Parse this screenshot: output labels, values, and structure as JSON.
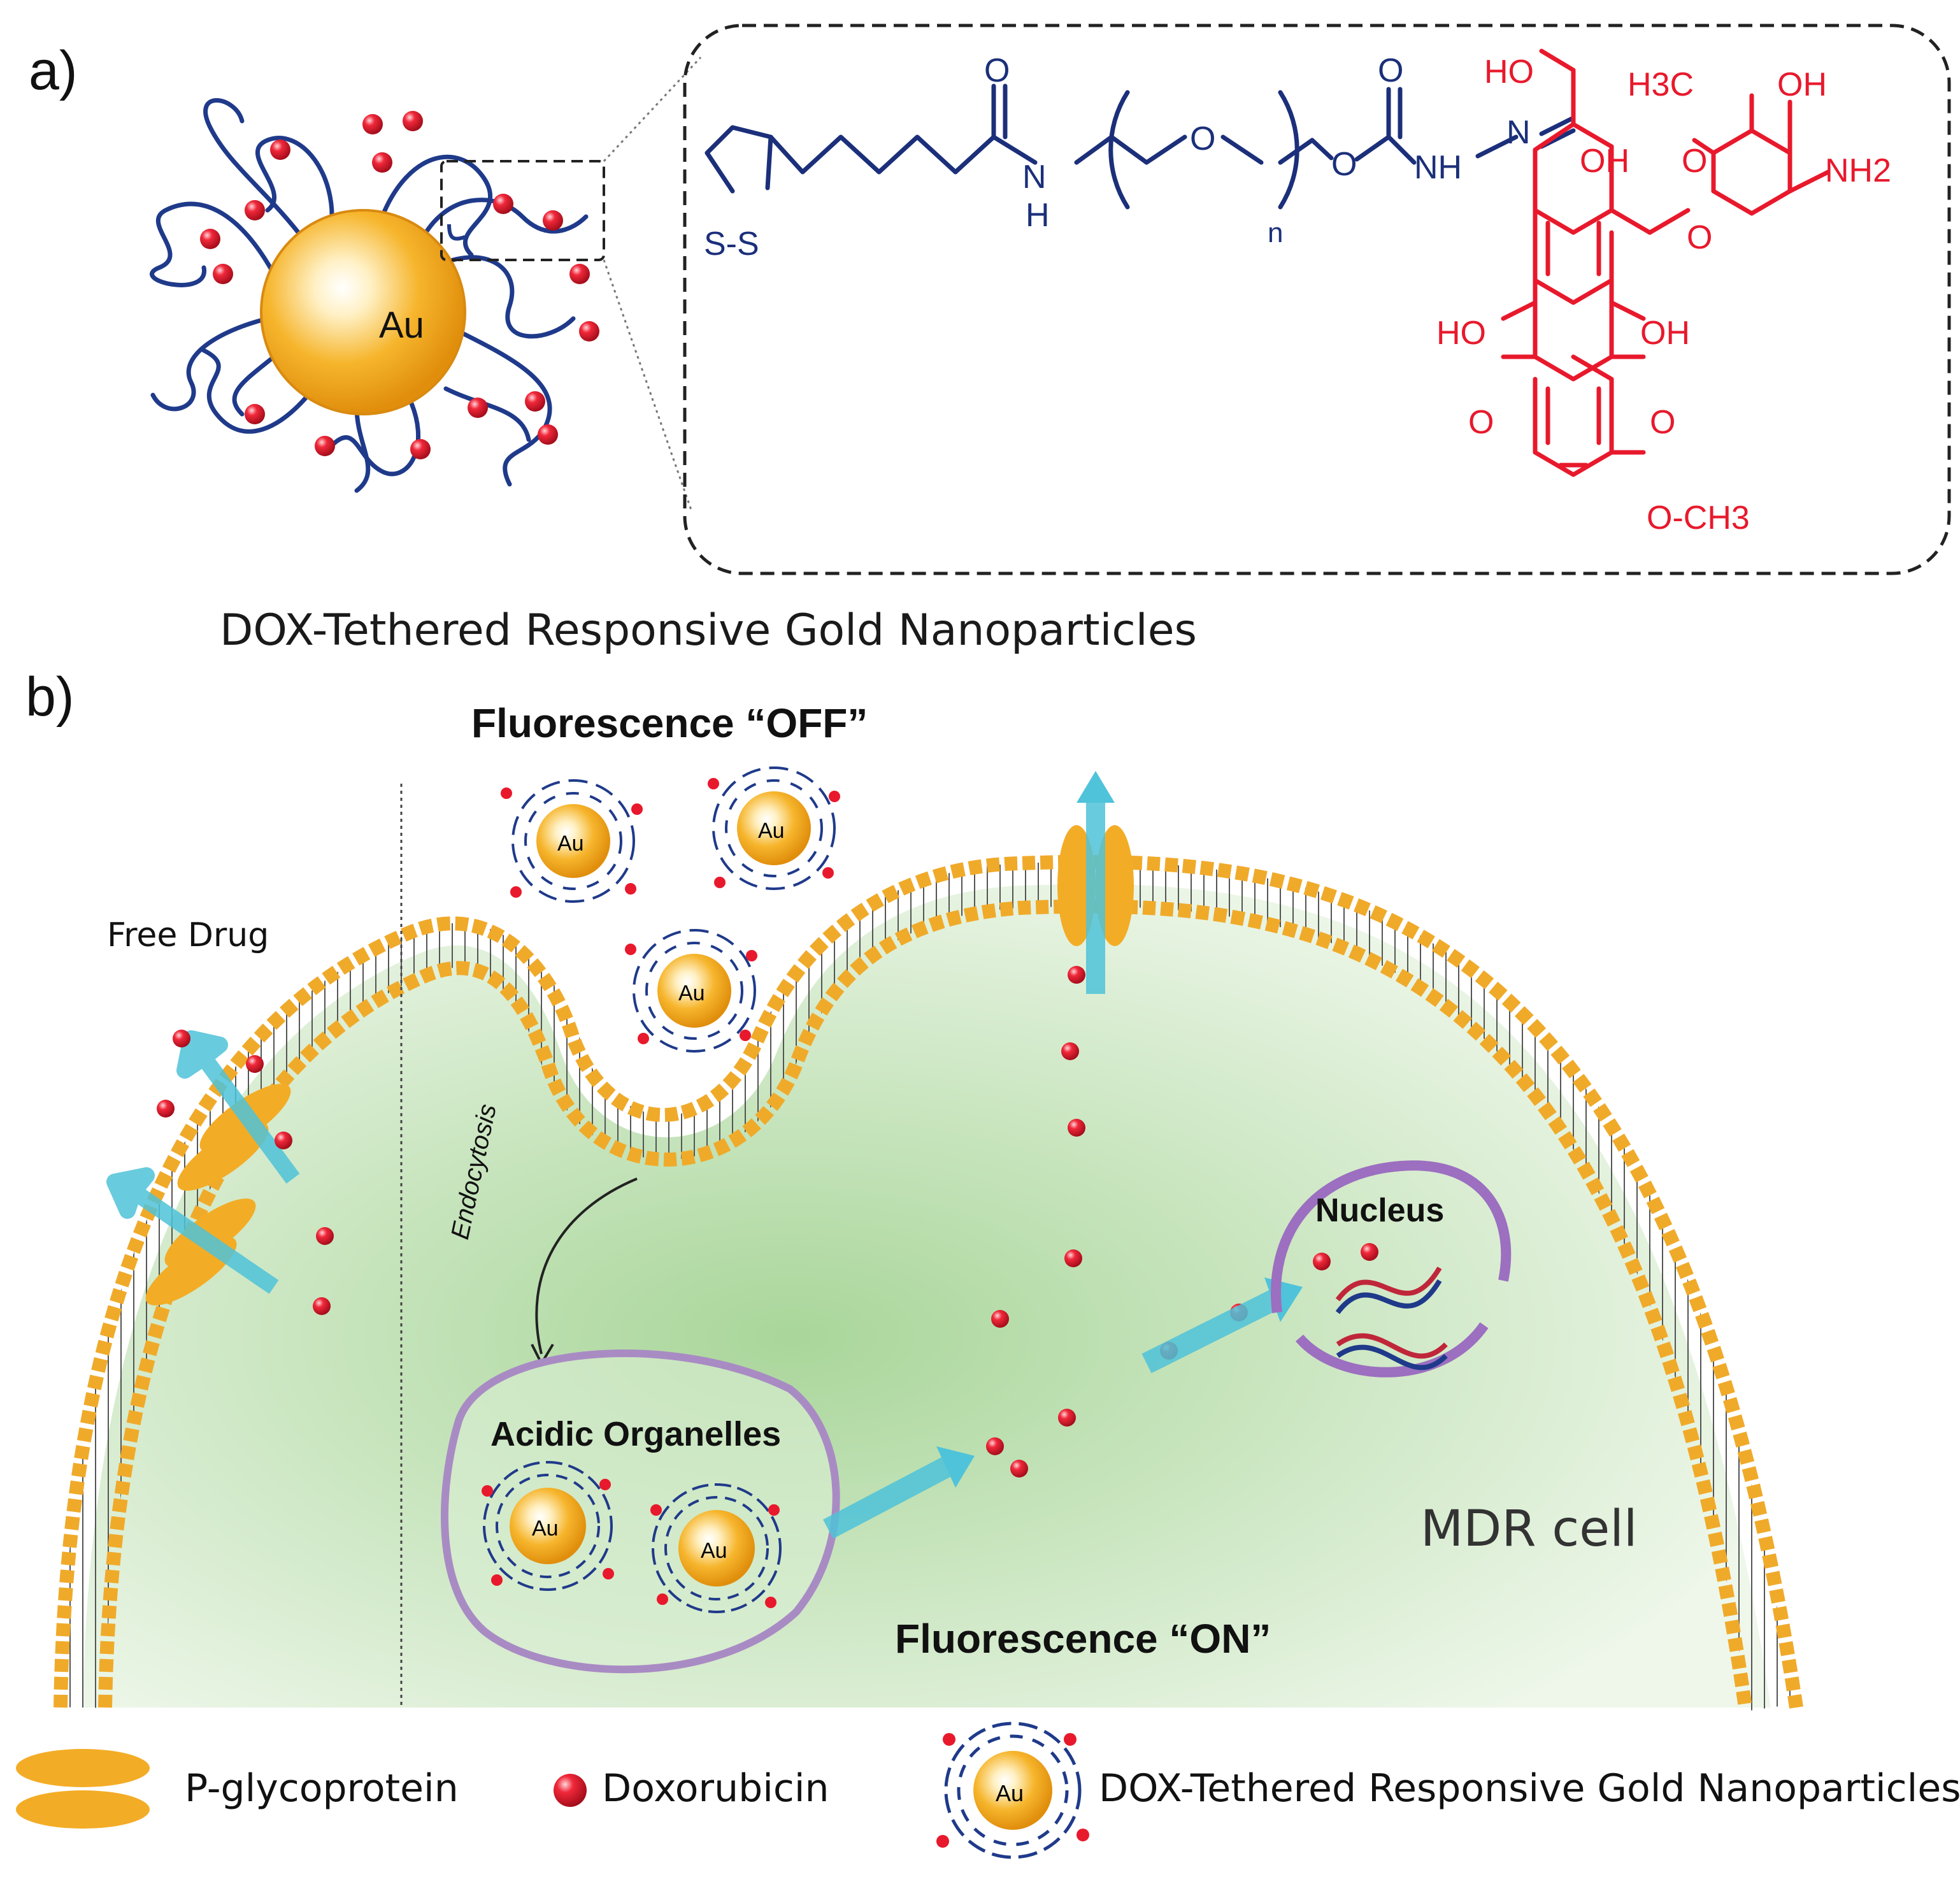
{
  "panel_a": {
    "letter": "a)",
    "nanoparticle_label": "Au",
    "caption": "DOX-Tethered Responsive Gold Nanoparticles",
    "structure": {
      "linker": {
        "ss": "S-S",
        "amide_o": "O",
        "amide_n": "N",
        "amide_h": "H",
        "peg_o": "O",
        "peg_n": "n",
        "carbamate_o_ring": "O",
        "carbamate_o_top": "O",
        "hydrazide": "NH",
        "imine_n": "N"
      },
      "dox": {
        "ho_top": "HO",
        "oh_ring": "OH",
        "h3c": "H3C",
        "oh_sugar": "OH",
        "sugar_o": "O",
        "nh2": "NH2",
        "glyco_o": "O",
        "ho_left": "HO",
        "oh_right": "OH",
        "ketone_left": "O",
        "ketone_right": "O",
        "methoxy": "O-CH3"
      }
    }
  },
  "panel_b": {
    "letter": "b)",
    "free_drug": "Free Drug",
    "fluorescence_off": "Fluorescence “OFF”",
    "fluorescence_on": "Fluorescence “ON”",
    "endocytosis": "Endocytosis",
    "acidic_organelles": "Acidic Organelles",
    "nucleus": "Nucleus",
    "mdr_cell": "MDR cell",
    "au": "Au"
  },
  "legend": {
    "pgp": "P-glycoprotein",
    "dox": "Doxorubicin",
    "np": "DOX-Tethered Responsive Gold Nanoparticles",
    "au": "Au"
  },
  "colors": {
    "gold": "#f2a81d",
    "gold_highlight": "#fff6d8",
    "polymer_blue": "#1f3a8a",
    "dox_red": "#e8192c",
    "membrane_orange": "#f0aa2a",
    "cytoplasm_green": "#cfe8c6",
    "organelle_purple": "#a98bc4",
    "arrow_cyan": "#4fc3d9"
  }
}
